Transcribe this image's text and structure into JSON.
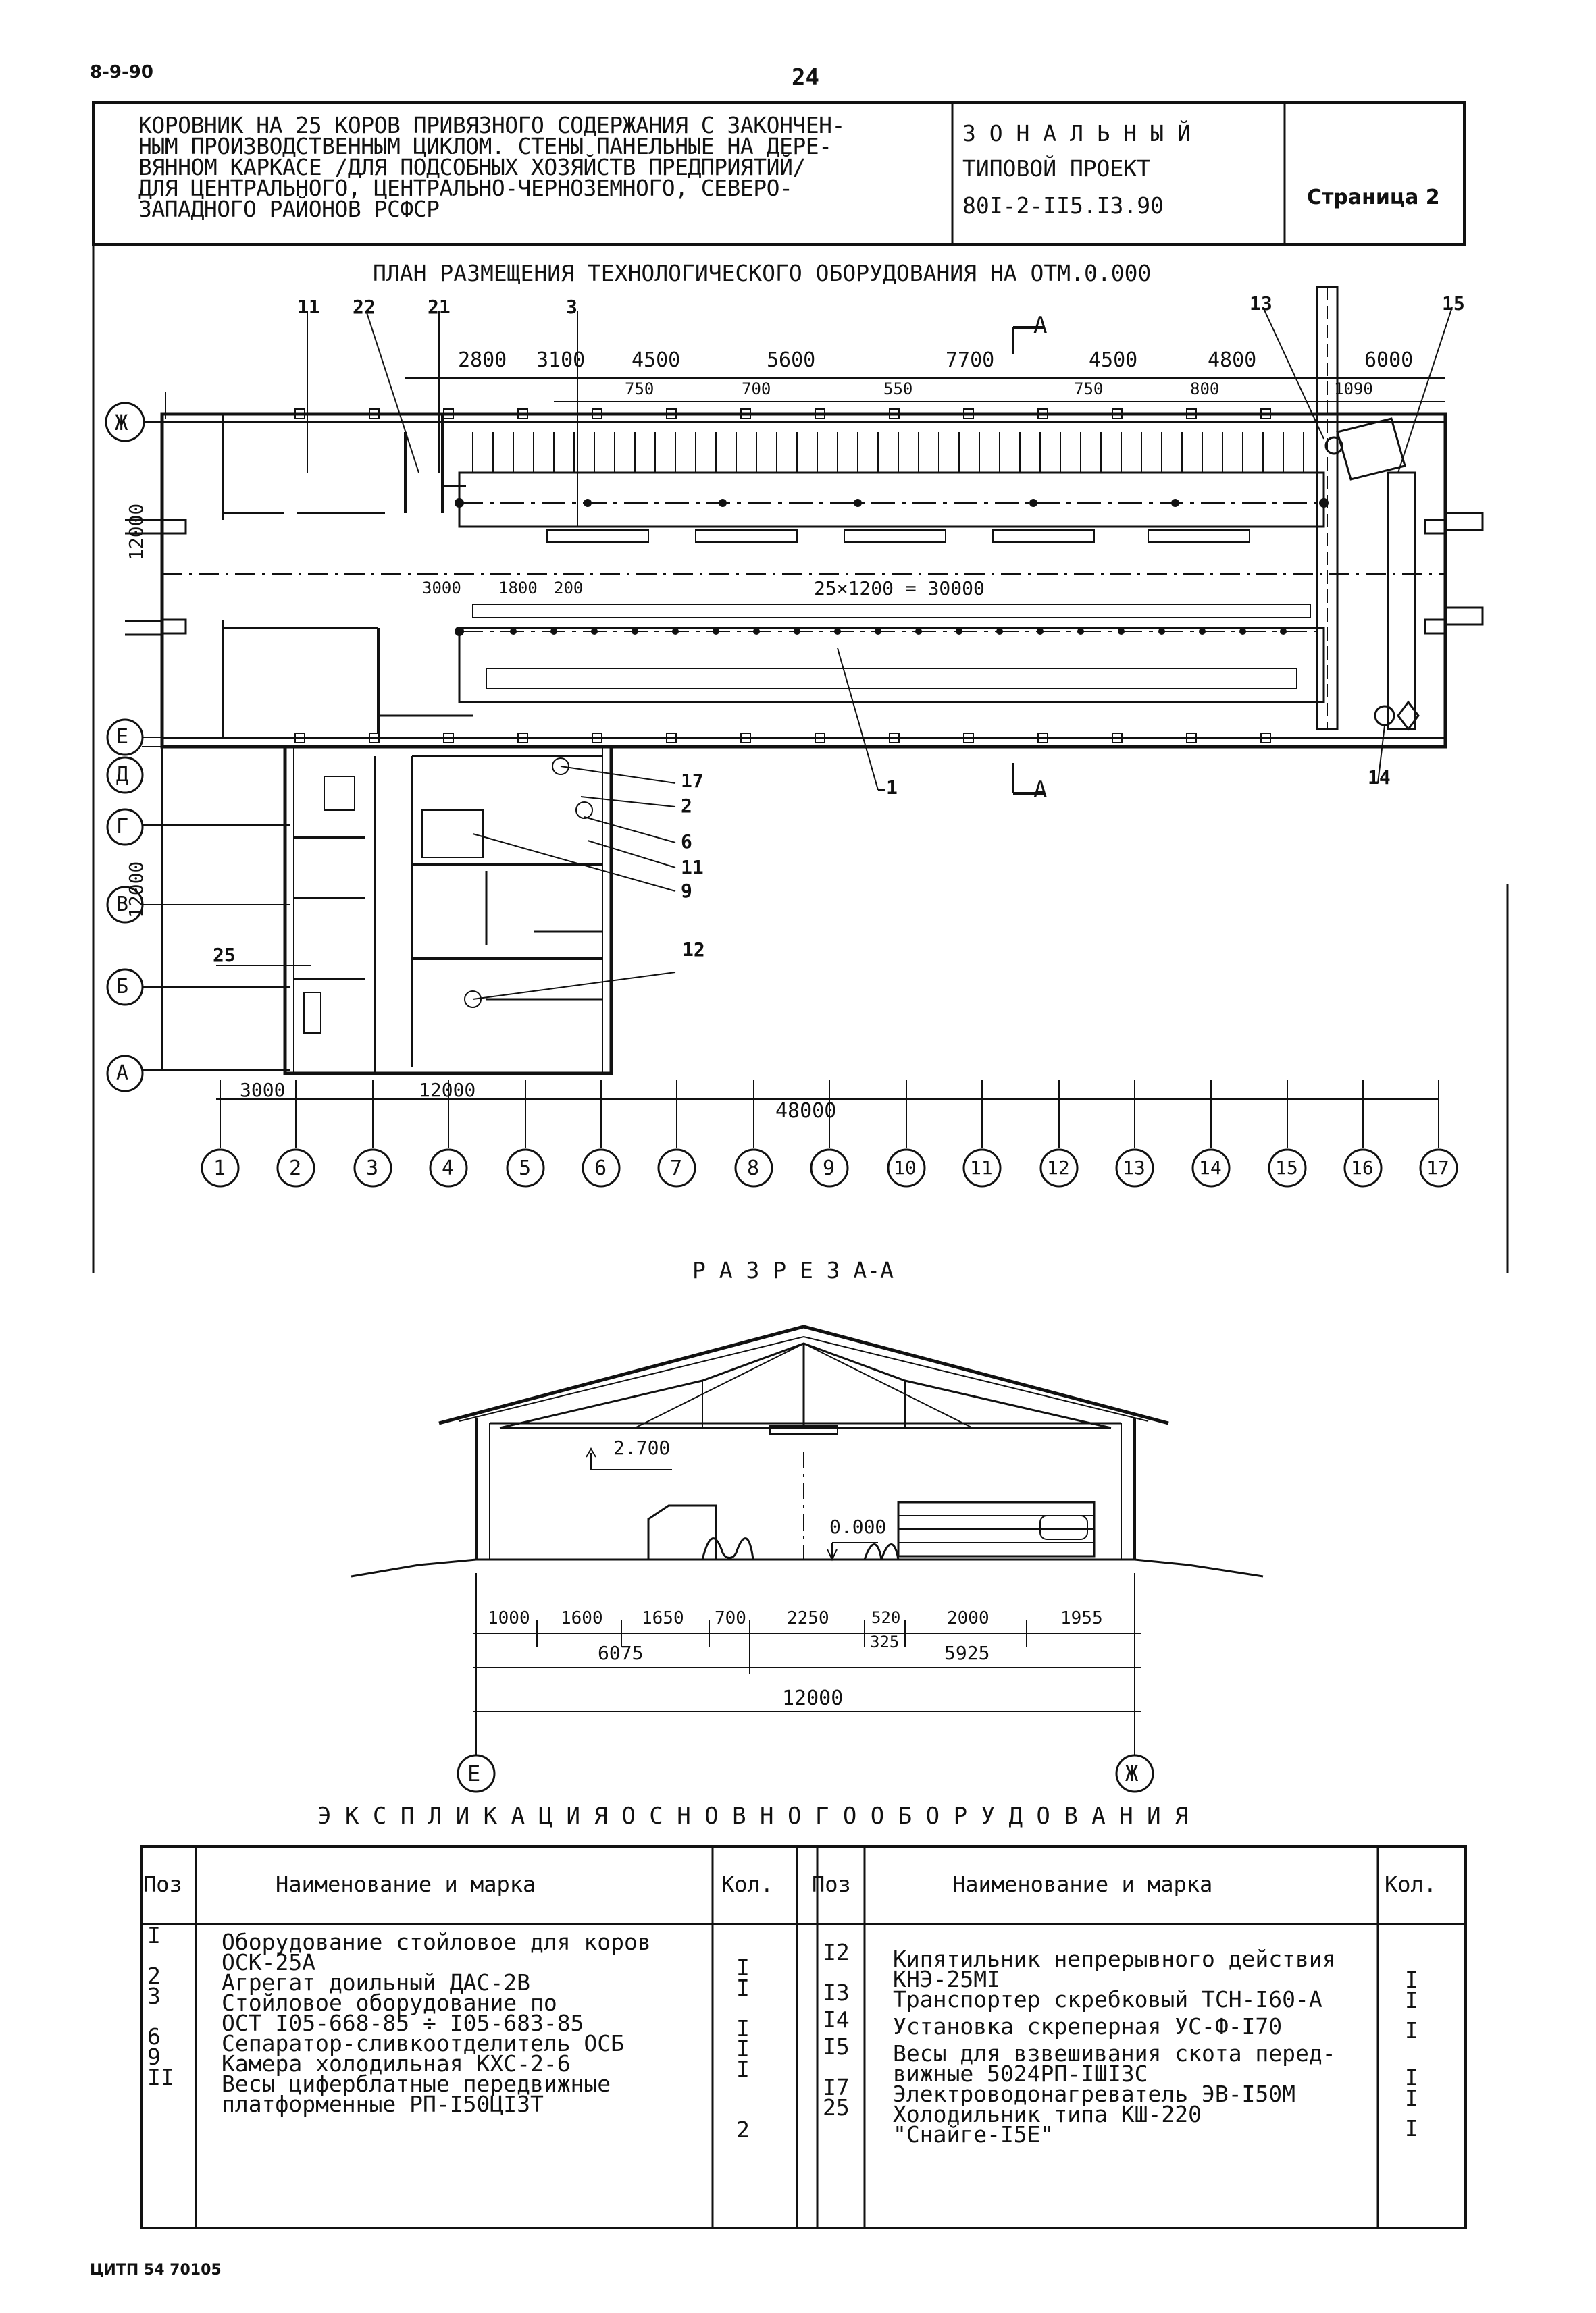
{
  "header": {
    "doc_code": "8-9-90",
    "page_number": "24",
    "title_lines": [
      "КОРОВНИК НА 25 КОРОВ ПРИВЯЗНОГО СОДЕРЖАНИЯ С ЗАКОНЧЕН-",
      "НЫМ ПРОИЗВОДСТВЕННЫМ ЦИКЛОМ. СТЕНЫ ПАНЕЛЬНЫЕ НА ДЕРЕ-",
      "ВЯННОМ КАРКАСЕ /ДЛЯ ПОДСОБНЫХ ХОЗЯЙСТВ ПРЕДПРИЯТИЙ/",
      "ДЛЯ ЦЕНТРАЛЬНОГО, ЦЕНТРАЛЬНО-ЧЕРНОЗЕМНОГО, СЕВЕРО-",
      "ЗАПАДНОГО РАЙОНОВ РСФСР"
    ],
    "project_type_1": "З О Н А Л Ь Н Ы Й",
    "project_type_2": "ТИПОВОЙ ПРОЕКТ",
    "project_number": "80I-2-II5.I3.90",
    "sheet_label": "Страница  2"
  },
  "plan": {
    "title": "ПЛАН РАЗМЕЩЕНИЯ ТЕХНОЛОГИЧЕСКОГО ОБОРУДОВАНИЯ НА ОТМ.0.000",
    "row_axes": [
      "Ж",
      "Е",
      "Д",
      "Г",
      "В",
      "Б",
      "А"
    ],
    "col_axes": [
      "1",
      "2",
      "3",
      "4",
      "5",
      "6",
      "7",
      "8",
      "9",
      "10",
      "11",
      "12",
      "13",
      "14",
      "15",
      "16",
      "17"
    ],
    "top_dims": [
      "2800",
      "3100",
      "4500",
      "5600",
      "7700",
      "4500",
      "4800",
      "6000"
    ],
    "sub_dims": [
      "750",
      "700",
      "550",
      "750",
      "800",
      "1090"
    ],
    "inner_dims": [
      "3000",
      "1800",
      "200",
      "25×1200 = 30000"
    ],
    "side_dims": [
      "12000",
      "12000"
    ],
    "bottom_dims": [
      "3000",
      "12000",
      "48000"
    ],
    "callouts": [
      "11",
      "22",
      "21",
      "3",
      "13",
      "15",
      "1",
      "14",
      "17",
      "2",
      "6",
      "11",
      "9",
      "12",
      "25"
    ],
    "section_mark": "А"
  },
  "section": {
    "title": "Р А З Р Е З   А-А",
    "elev_top": "2.700",
    "elev_floor": "0.000",
    "dims_row1": [
      "1000",
      "1600",
      "1650",
      "700",
      "2250",
      "520",
      "2000",
      "1955"
    ],
    "dim_325": "325",
    "dims_row2": [
      "6075",
      "5925"
    ],
    "dim_total": "12000",
    "axes": [
      "Е",
      "Ж"
    ]
  },
  "explication": {
    "title": "Э К С П Л И К А Ц И Я   О С Н О В Н О Г О   О Б О Р У Д О В А Н И Я",
    "col_pos": "Поз",
    "col_name": "Наименование и марка",
    "col_qty": "Кол.",
    "left_pos": [
      "I",
      "",
      "2",
      "3",
      "",
      "6",
      "9",
      "II",
      ""
    ],
    "left_names": [
      "Оборудование стойловое для коров",
      "ОСК-25А",
      "Агрегат доильный ДАС-2В",
      "Стойловое оборудование по",
      "ОСТ I05-668-85 ÷ I05-683-85",
      "Сепаратор-сливкоотделитель ОСБ",
      "Камера холодильная КХС-2-6",
      "Весы циферблатные передвижные",
      "платформенные РП-I50ЦI3Т"
    ],
    "left_qty": [
      "I",
      "I",
      "I",
      "I",
      "I",
      "2"
    ],
    "right_pos": [
      "I2",
      "",
      "I3",
      "I4",
      "I5",
      "",
      "I7",
      "25",
      ""
    ],
    "right_names": [
      "Кипятильник непрерывного действия",
      "КНЭ-25МI",
      "Транспортер скребковый ТСН-I60-А",
      "Установка скреперная УС-Ф-I70",
      "Весы для взвешивания скота перед-",
      "вижные 5024РП-IШI3С",
      "Электроводонагреватель ЭВ-I50М",
      "Холодильник типа КШ-220",
      "\"Снайге-I5Е\""
    ],
    "right_qty": [
      "I",
      "I",
      "I",
      "I",
      "I",
      "I"
    ]
  },
  "footer": {
    "stamp": "ЦИТП 54 70105"
  }
}
